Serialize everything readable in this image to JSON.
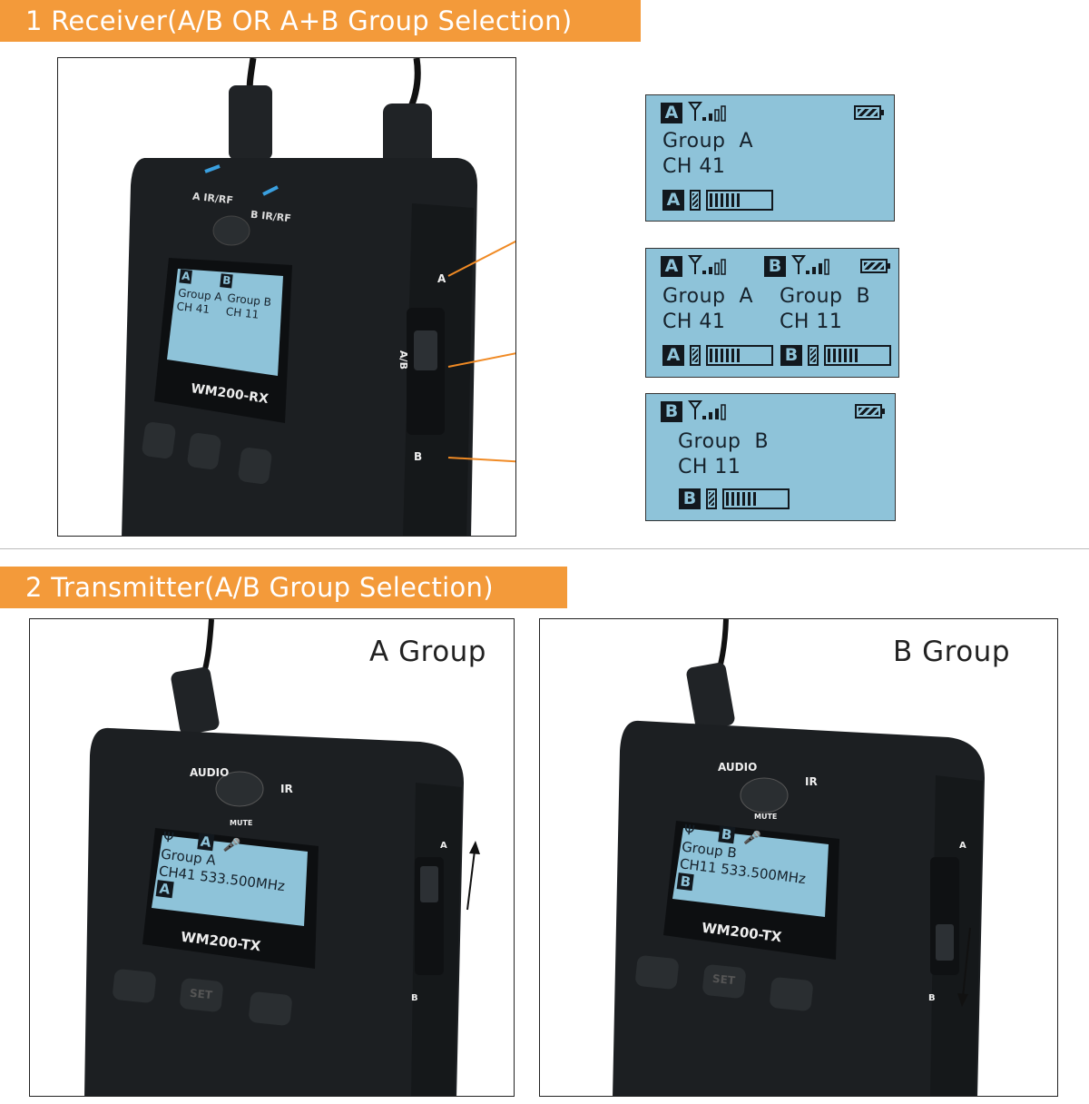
{
  "sections": {
    "receiver_banner": "1 Receiver(A/B OR A+B Group Selection)",
    "transmitter_banner": "2 Transmitter(A/B Group Selection)"
  },
  "receiver": {
    "model": "WM200-RX",
    "top_labels": {
      "a": "A IR/RF",
      "b": "B IR/RF"
    },
    "switch_labels": {
      "a": "A",
      "ab": "A/B",
      "b": "B"
    },
    "mini_lcd": {
      "tag_a": "A",
      "tag_b": "B",
      "group_a": "Group A",
      "group_b": "Group B",
      "ch_a": "CH 41",
      "ch_b": "CH 11"
    }
  },
  "lcd_a_only": {
    "tag": "A",
    "group": "Group  A",
    "channel": "CH 41",
    "level_tag": "A",
    "level_fill": 0.55
  },
  "lcd_ab": {
    "tag_a": "A",
    "tag_b": "B",
    "group_a": "Group  A",
    "group_b": "Group  B",
    "channel_a": "CH 41",
    "channel_b": "CH 11",
    "level_tag_a": "A",
    "level_tag_b": "B",
    "level_fill_a": 0.55,
    "level_fill_b": 0.55
  },
  "lcd_b_only": {
    "tag": "B",
    "group": "Group  B",
    "channel": "CH 11",
    "level_tag": "B",
    "level_fill": 0.55
  },
  "transmitters": [
    {
      "title": "A Group",
      "model": "WM200-TX",
      "audio_label": "AUDIO",
      "ir_label": "IR",
      "mute_label": "MUTE",
      "screen_tag": "A",
      "screen_group": "Group A",
      "screen_line": "CH41 533.500MHz",
      "level_tag": "A",
      "switch_a": "A",
      "switch_b": "B",
      "set_label": "SET",
      "direction": "up"
    },
    {
      "title": "B Group",
      "model": "WM200-TX",
      "audio_label": "AUDIO",
      "ir_label": "IR",
      "mute_label": "MUTE",
      "screen_tag": "B",
      "screen_group": "Group B",
      "screen_line": "CH11 533.500MHz",
      "level_tag": "B",
      "switch_a": "A",
      "switch_b": "B",
      "set_label": "SET",
      "direction": "down"
    }
  ],
  "colors": {
    "accent": "#f39a3a",
    "lcd": "#8ec3d9",
    "device": "#1c1f22"
  }
}
